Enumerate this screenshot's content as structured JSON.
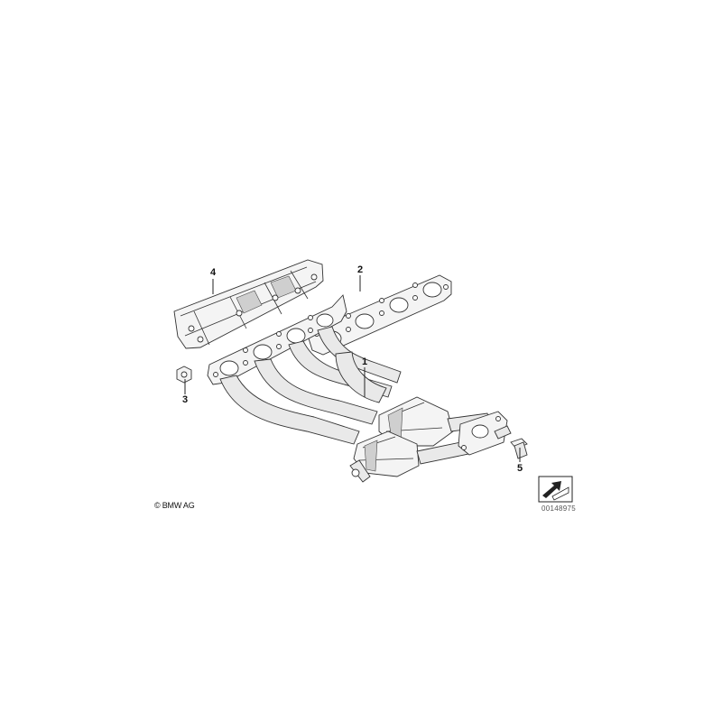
{
  "diagram": {
    "callouts": [
      {
        "id": "1",
        "label": "1"
      },
      {
        "id": "2",
        "label": "2"
      },
      {
        "id": "3",
        "label": "3"
      },
      {
        "id": "4",
        "label": "4"
      },
      {
        "id": "5",
        "label": "5"
      }
    ],
    "copyright": "© BMW AG",
    "document_number": "00148975"
  },
  "colors": {
    "line": "#222222",
    "part_fill": "#f4f4f4",
    "background": "#ffffff"
  },
  "icons": [
    "direction-arrow-icon"
  ]
}
